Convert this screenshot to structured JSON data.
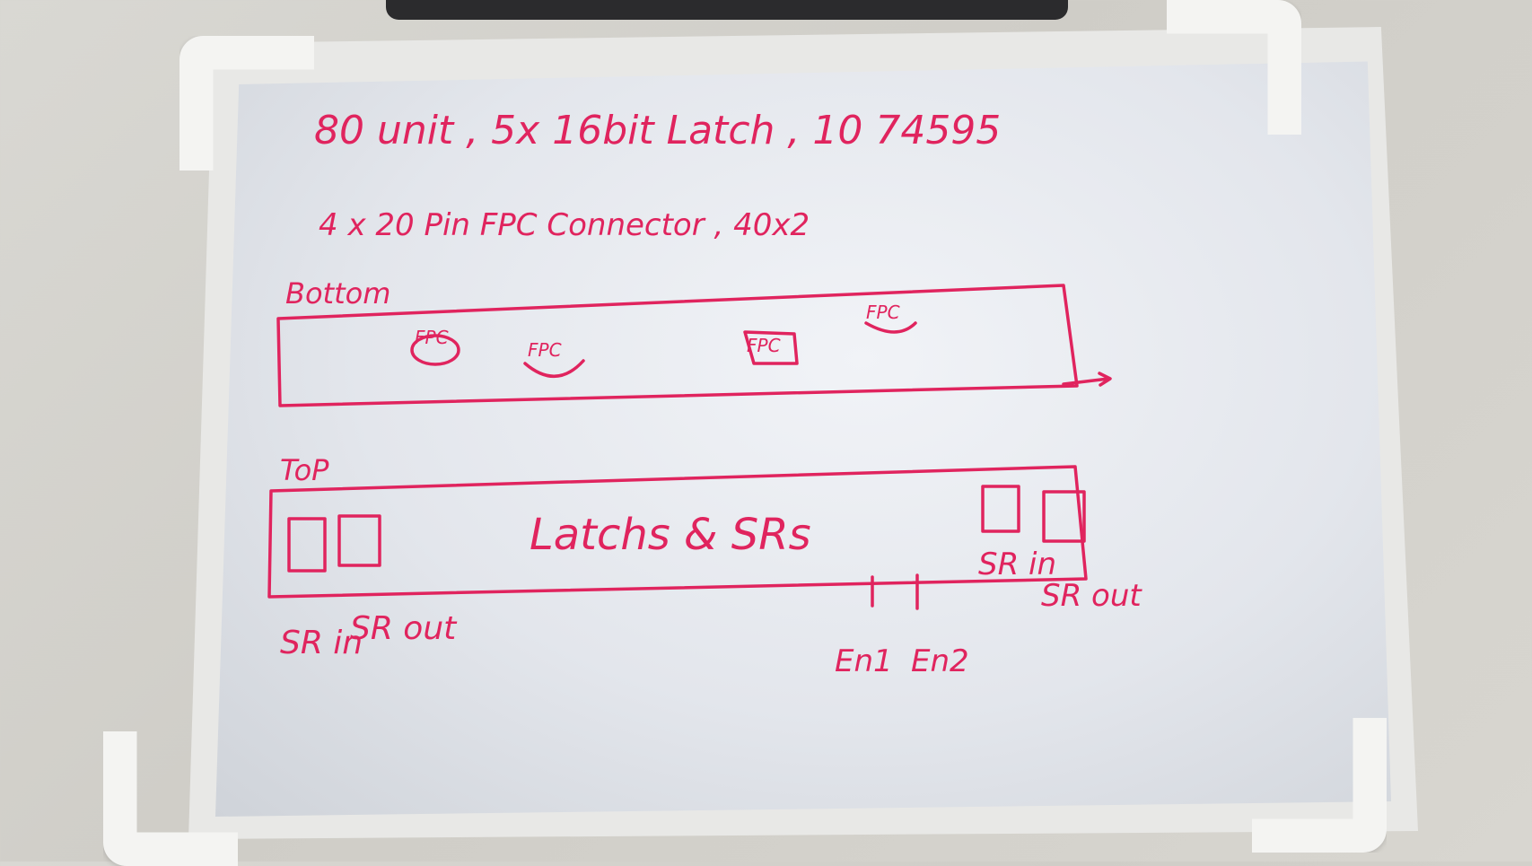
{
  "whiteboard": {
    "line1": "80 unit , 5x 16bit Latch , 10 74595",
    "line2": "4 x 20 Pin FPC Connector , 40x2",
    "bottom_section": {
      "label": "Bottom",
      "connectors": [
        "FPC",
        "FPC",
        "FPC",
        "FPC"
      ]
    },
    "top_section": {
      "label": "ToP",
      "center_text": "Latchs & SRs",
      "left_ports": [
        "SR in",
        "SR out"
      ],
      "right_ports": [
        "SR in",
        "SR out"
      ],
      "enables": [
        "En1",
        "En2"
      ]
    }
  },
  "colors": {
    "marker": "#e0245e",
    "board": "#eef0f4",
    "frame": "#e8e8e6"
  }
}
